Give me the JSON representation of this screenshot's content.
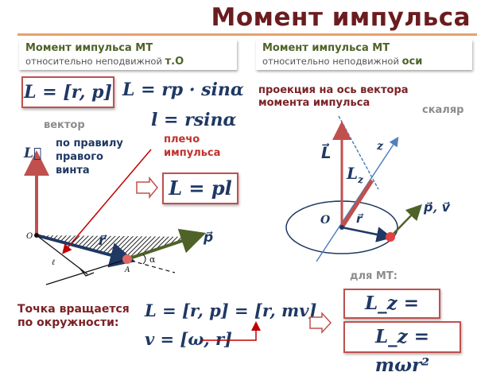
{
  "title": "Момент импульса",
  "left_card": {
    "heading": "Момент импульса МТ",
    "subtitle": "относительно неподвижной",
    "subtitle_bold": "т.О"
  },
  "right_card": {
    "heading": "Момент импульса МТ",
    "subtitle": "относительно неподвижной",
    "subtitle_bold": "оси"
  },
  "left": {
    "formula_vector": "L = [r, p]",
    "formula_magnitude": "L = rp · sinα",
    "formula_arm": "l = rsinα",
    "label_vector": "вектор",
    "rule_text": [
      "по правилу",
      "правого",
      "винта"
    ],
    "arm_label": [
      "плечо",
      "импульса"
    ],
    "formula_result": "L = pl",
    "diagram_labels": {
      "L": "L",
      "O": "O",
      "r": "r",
      "p": "p",
      "l": "ℓ",
      "A": "A",
      "alpha": "α"
    }
  },
  "right": {
    "projection_text": [
      "проекция на ось вектора",
      "момента импульса"
    ],
    "label_scalar": "скаляр",
    "diagram_labels": {
      "L": "L",
      "Lz": "L",
      "z_sub": "z",
      "z": "z",
      "O": "O",
      "r": "r",
      "p": "p",
      "v": "v"
    },
    "for_mt": "для МТ:",
    "result1": "L_z = mvr",
    "result2": "L_z = mωr²"
  },
  "bottom": {
    "rotation_text": [
      "Точка вращается",
      "по окружности:"
    ],
    "formula1": "L = [r, p] = [r, mv]",
    "formula2": "v = [ω, r]"
  },
  "colors": {
    "title": "#6b1c1f",
    "rule": "#e8a06a",
    "green_heading": "#4f6228",
    "box_border": "#c0504d",
    "math": "#1f3864",
    "red_arrow": "#c0504d",
    "green_arrow": "#4f6228",
    "blue_axis": "#4f81bd"
  }
}
